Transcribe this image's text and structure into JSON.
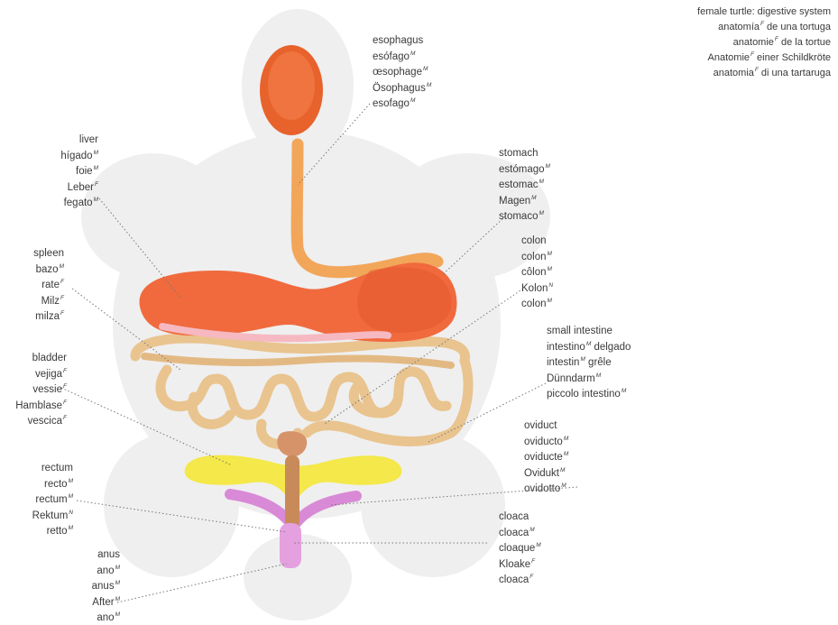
{
  "title": {
    "lines": [
      {
        "text": "female turtle: digestive system",
        "g": ""
      },
      {
        "text": "anatomía",
        "g": "F",
        "rest": " de una tortuga"
      },
      {
        "text": "anatomie",
        "g": "F",
        "rest": " de la tortue"
      },
      {
        "text": "Anatomie",
        "g": "F",
        "rest": " einer Schildkröte"
      },
      {
        "text": "anatomia",
        "g": "F",
        "rest": " di una tartaruga"
      }
    ]
  },
  "labels": [
    {
      "id": "esophagus",
      "lines": [
        {
          "t": "esophagus",
          "g": ""
        },
        {
          "t": "esófago",
          "g": "M"
        },
        {
          "t": "œsophage",
          "g": "M"
        },
        {
          "t": "Ösophagus",
          "g": "M"
        },
        {
          "t": "esofago",
          "g": "M"
        }
      ]
    },
    {
      "id": "liver",
      "lines": [
        {
          "t": "liver",
          "g": ""
        },
        {
          "t": "hígado",
          "g": "M"
        },
        {
          "t": "foie",
          "g": "M"
        },
        {
          "t": "Leber",
          "g": "F"
        },
        {
          "t": "fegato",
          "g": "M"
        }
      ]
    },
    {
      "id": "stomach",
      "lines": [
        {
          "t": "stomach",
          "g": ""
        },
        {
          "t": "estómago",
          "g": "M"
        },
        {
          "t": "estomac",
          "g": "M"
        },
        {
          "t": "Magen",
          "g": "M"
        },
        {
          "t": "stomaco",
          "g": "M"
        }
      ]
    },
    {
      "id": "spleen",
      "lines": [
        {
          "t": "spleen",
          "g": ""
        },
        {
          "t": "bazo",
          "g": "M"
        },
        {
          "t": "rate",
          "g": "F"
        },
        {
          "t": "Milz",
          "g": "F"
        },
        {
          "t": "milza",
          "g": "F"
        }
      ]
    },
    {
      "id": "colon",
      "lines": [
        {
          "t": "colon",
          "g": ""
        },
        {
          "t": "colon",
          "g": "M"
        },
        {
          "t": "côlon",
          "g": "M"
        },
        {
          "t": "Kolon",
          "g": "N"
        },
        {
          "t": "colon",
          "g": "M"
        }
      ]
    },
    {
      "id": "small-intestine",
      "lines": [
        {
          "t": "small intestine",
          "g": ""
        },
        {
          "t": "intestino",
          "g": "M",
          "rest": " delgado"
        },
        {
          "t": "intestin",
          "g": "M",
          "rest": " grêle"
        },
        {
          "t": "Dünndarm",
          "g": "M"
        },
        {
          "t": "piccolo intestino",
          "g": "M"
        }
      ]
    },
    {
      "id": "bladder",
      "lines": [
        {
          "t": "bladder",
          "g": ""
        },
        {
          "t": "vejiga",
          "g": "F"
        },
        {
          "t": "vessie",
          "g": "F"
        },
        {
          "t": "Hamblase",
          "g": "F"
        },
        {
          "t": "vescica",
          "g": "F"
        }
      ]
    },
    {
      "id": "oviduct",
      "lines": [
        {
          "t": "oviduct",
          "g": ""
        },
        {
          "t": "oviducto",
          "g": "M"
        },
        {
          "t": "oviducte",
          "g": "M"
        },
        {
          "t": "Ovidukt",
          "g": "M"
        },
        {
          "t": "ovidotto",
          "g": "M"
        }
      ]
    },
    {
      "id": "rectum",
      "lines": [
        {
          "t": "rectum",
          "g": ""
        },
        {
          "t": "recto",
          "g": "M"
        },
        {
          "t": "rectum",
          "g": "M"
        },
        {
          "t": "Rektum",
          "g": "N"
        },
        {
          "t": "retto",
          "g": "M"
        }
      ]
    },
    {
      "id": "cloaca",
      "lines": [
        {
          "t": "cloaca",
          "g": ""
        },
        {
          "t": "cloaca",
          "g": "M"
        },
        {
          "t": "cloaque",
          "g": "M"
        },
        {
          "t": "Kloake",
          "g": "F"
        },
        {
          "t": "cloaca",
          "g": "F"
        }
      ]
    },
    {
      "id": "anus",
      "lines": [
        {
          "t": "anus",
          "g": ""
        },
        {
          "t": "ano",
          "g": "M"
        },
        {
          "t": "anus",
          "g": "M"
        },
        {
          "t": "After",
          "g": "M"
        },
        {
          "t": "ano",
          "g": "M"
        }
      ]
    }
  ],
  "colors": {
    "esophagus": "#e8622c",
    "stomach": "#ea6a3a",
    "liver": "#f06a3e",
    "intestine": "#eecb96",
    "bladder": "#f4e84a",
    "oviduct": "#d98ad6",
    "rectum": "#c98a5a",
    "leader": "#777777",
    "silhouette": "#eeeeee"
  }
}
